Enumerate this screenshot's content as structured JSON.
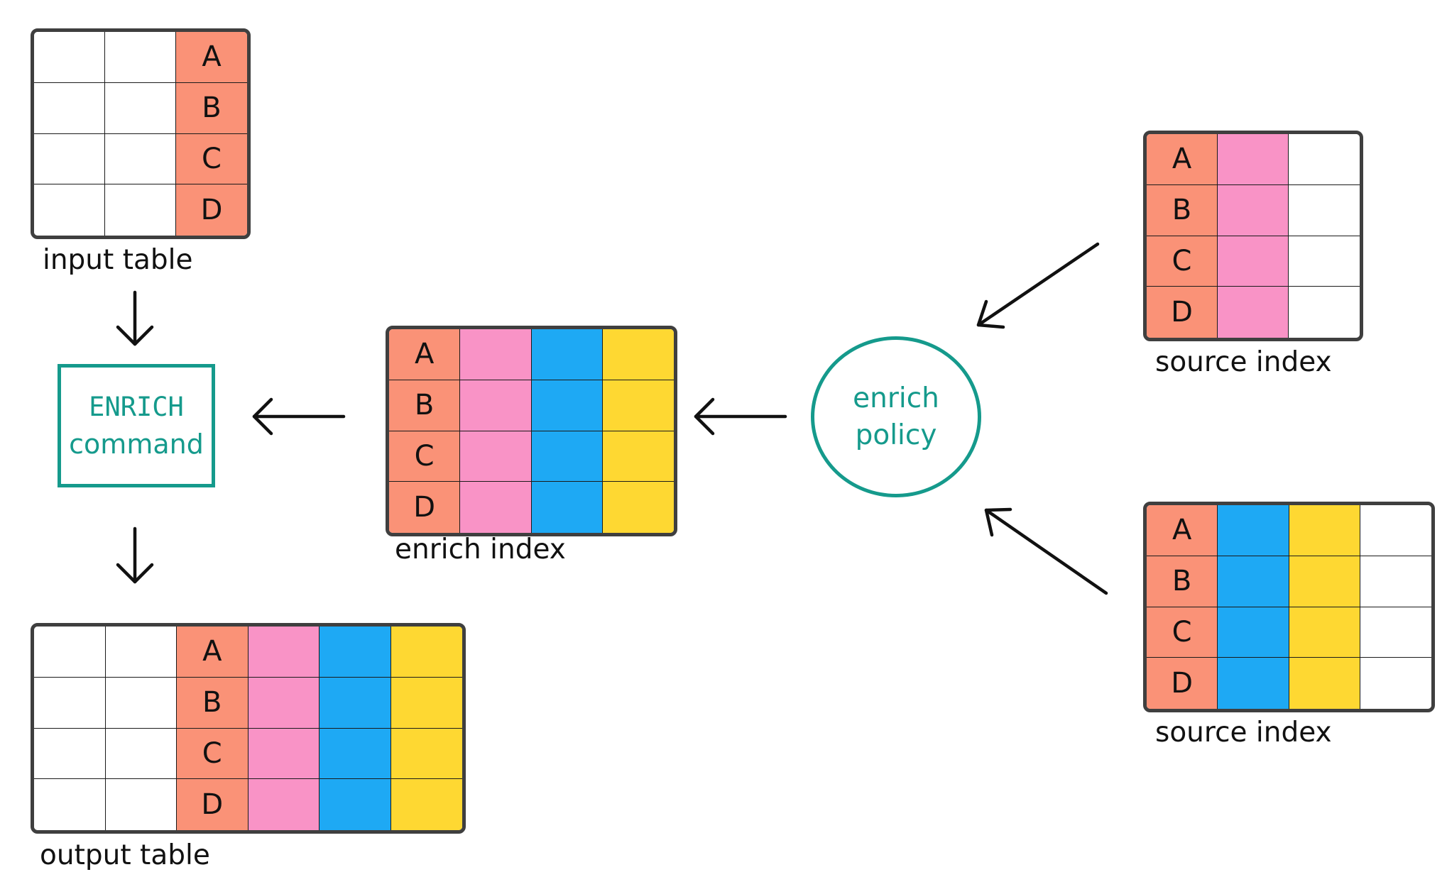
{
  "colors": {
    "key": "#fa9277",
    "pink": "#f993c6",
    "blue": "#1ea9f4",
    "yellow": "#fed832",
    "empty": "#ffffff",
    "teal": "#159a8c"
  },
  "rows": [
    "A",
    "B",
    "C",
    "D"
  ],
  "input_table": {
    "label": "input table",
    "columns": [
      "empty",
      "empty",
      "key"
    ]
  },
  "output_table": {
    "label": "output table",
    "columns": [
      "empty",
      "empty",
      "key",
      "pink",
      "blue",
      "yellow"
    ]
  },
  "enrich_index": {
    "label": "enrich index",
    "columns": [
      "key",
      "pink",
      "blue",
      "yellow"
    ]
  },
  "source_index_1": {
    "label": "source index",
    "columns": [
      "key",
      "pink",
      "empty"
    ]
  },
  "source_index_2": {
    "label": "source index",
    "columns": [
      "key",
      "blue",
      "yellow",
      "empty"
    ]
  },
  "command": {
    "line1": "ENRICH",
    "line2": "command"
  },
  "policy": {
    "line1": "enrich",
    "line2": "policy"
  }
}
